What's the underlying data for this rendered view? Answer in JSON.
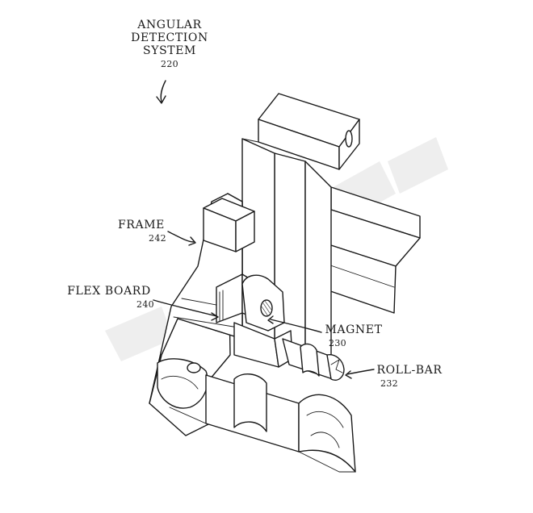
{
  "labels": {
    "system_line1": "ANGULAR",
    "system_line2": "DETECTION",
    "system_line3": "SYSTEM",
    "system_ref": "220",
    "frame": "FRAME",
    "frame_ref": "242",
    "flex_board": "FLEX BOARD",
    "flex_board_ref": "240",
    "magnet": "MAGNET",
    "magnet_ref": "230",
    "roll_bar": "ROLL-BAR",
    "roll_bar_ref": "232"
  },
  "colors": {
    "line": "#1a1a1a",
    "background": "#ffffff",
    "watermark": "#cfcfcf"
  }
}
